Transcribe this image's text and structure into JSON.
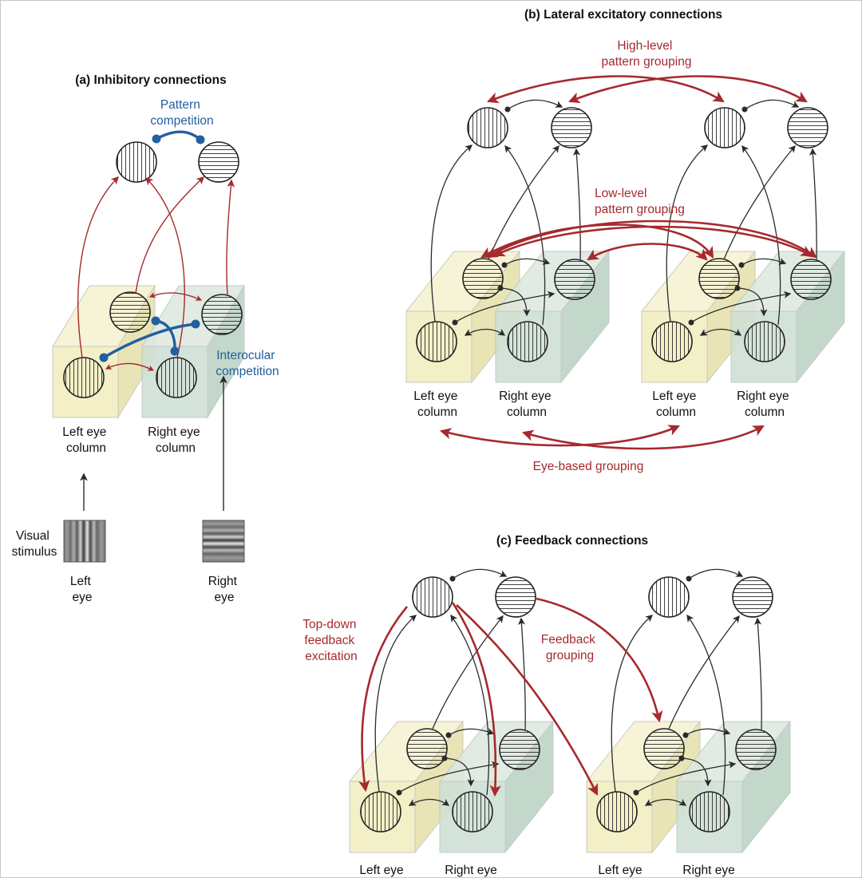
{
  "panel_a": {
    "title": "(a) Inhibitory connections",
    "pattern_competition": [
      "Pattern",
      "competition"
    ],
    "interocular_competition": [
      "Interocular",
      "competition"
    ],
    "left_column": [
      "Left eye",
      "column"
    ],
    "right_column": [
      "Right eye",
      "column"
    ],
    "visual_stimulus": [
      "Visual",
      "stimulus"
    ],
    "left_eye": [
      "Left",
      "eye"
    ],
    "right_eye": [
      "Right",
      "eye"
    ]
  },
  "panel_b": {
    "title": "(b)  Lateral excitatory connections",
    "high_level": [
      "High-level",
      "pattern grouping"
    ],
    "low_level": [
      "Low-level",
      "pattern grouping"
    ],
    "left_column_1": [
      "Left eye",
      "column"
    ],
    "right_column_1": [
      "Right eye",
      "column"
    ],
    "left_column_2": [
      "Left eye",
      "column"
    ],
    "right_column_2": [
      "Right eye",
      "column"
    ],
    "eye_based": "Eye-based grouping"
  },
  "panel_c": {
    "title": "(c) Feedback connections",
    "top_down": [
      "Top-down",
      "feedback",
      "excitation"
    ],
    "feedback_grouping": [
      "Feedback",
      "grouping"
    ],
    "left_eye_1": "Left eye",
    "right_eye_1": "Right eye",
    "left_eye_2": "Left eye",
    "right_eye_2": "Right eye"
  },
  "colors": {
    "excitatory": "#a6292d",
    "inhibitory": "#225f9f",
    "neutral": "#2b2b2b",
    "left_column_fill": "#f3efc7",
    "right_column_fill": "#cfe0d5"
  }
}
